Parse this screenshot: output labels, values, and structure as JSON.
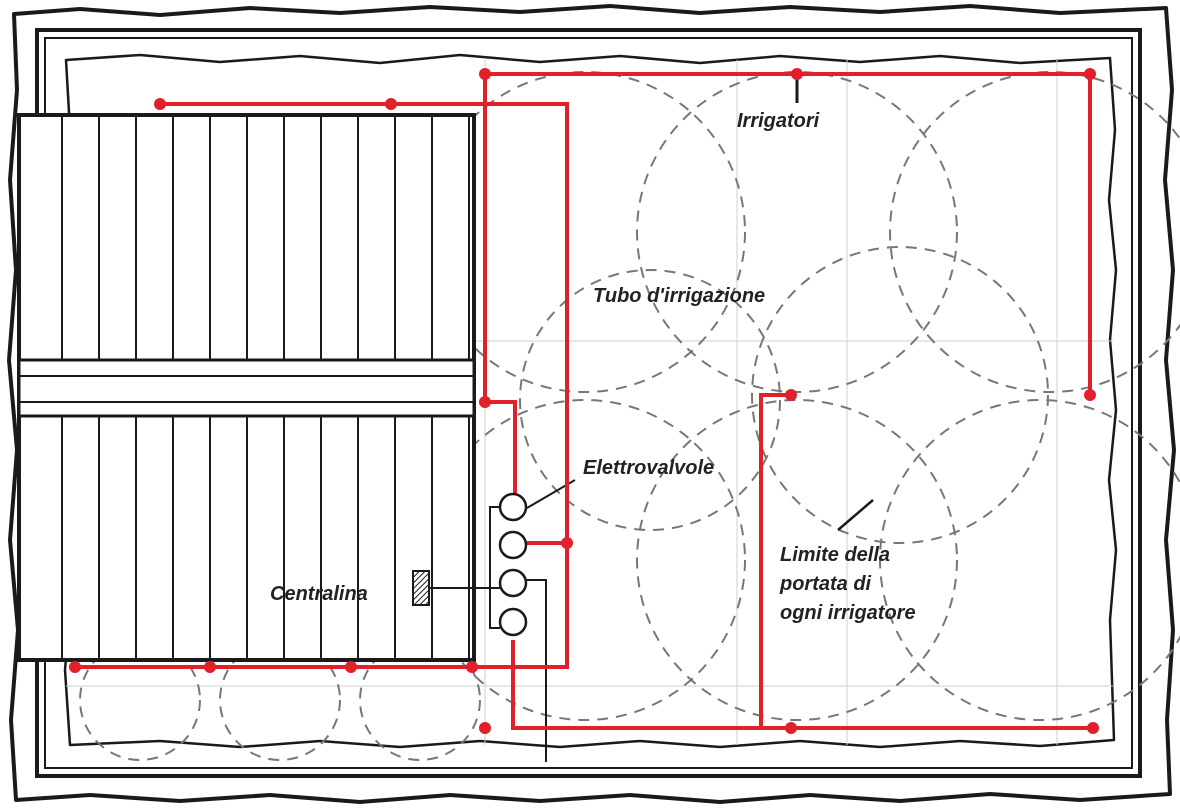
{
  "labels": {
    "irrigatori": "Irrigatori",
    "tubo": "Tubo d'irrigazione",
    "elettrovalvole": "Elettrovalvole",
    "centralina": "Centralina",
    "limite_1": "Limite della",
    "limite_2": "portata di",
    "limite_3": "ogni irrigatore"
  },
  "colors": {
    "pipe": "#e0202a",
    "line": "#1a1a1a",
    "spray": "#777777",
    "grid": "#cfcfcf"
  }
}
